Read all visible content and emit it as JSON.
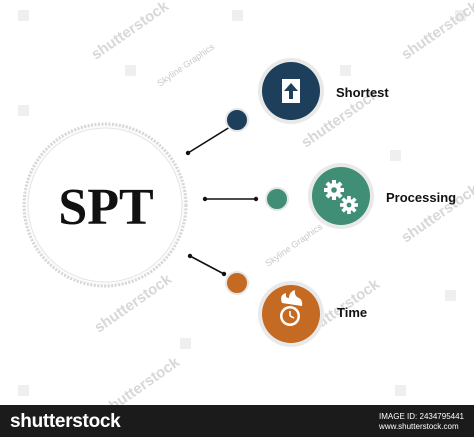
{
  "diagram": {
    "center_label": "SPT",
    "items": [
      {
        "label": "Shortest",
        "icon": "arrow-up-icon",
        "color": "#1d3f5c"
      },
      {
        "label": "Processing",
        "icon": "gears-icon",
        "color": "#3f8e75"
      },
      {
        "label": "Time",
        "icon": "clock-icon",
        "color": "#c46a22"
      }
    ]
  },
  "watermarks": {
    "brand": "shutterstock",
    "artist": "Skyline Graphics"
  },
  "footer": {
    "logo": "shutterstock",
    "image_id": "IMAGE ID: 2434795441",
    "url": "www.shutterstock.com"
  }
}
